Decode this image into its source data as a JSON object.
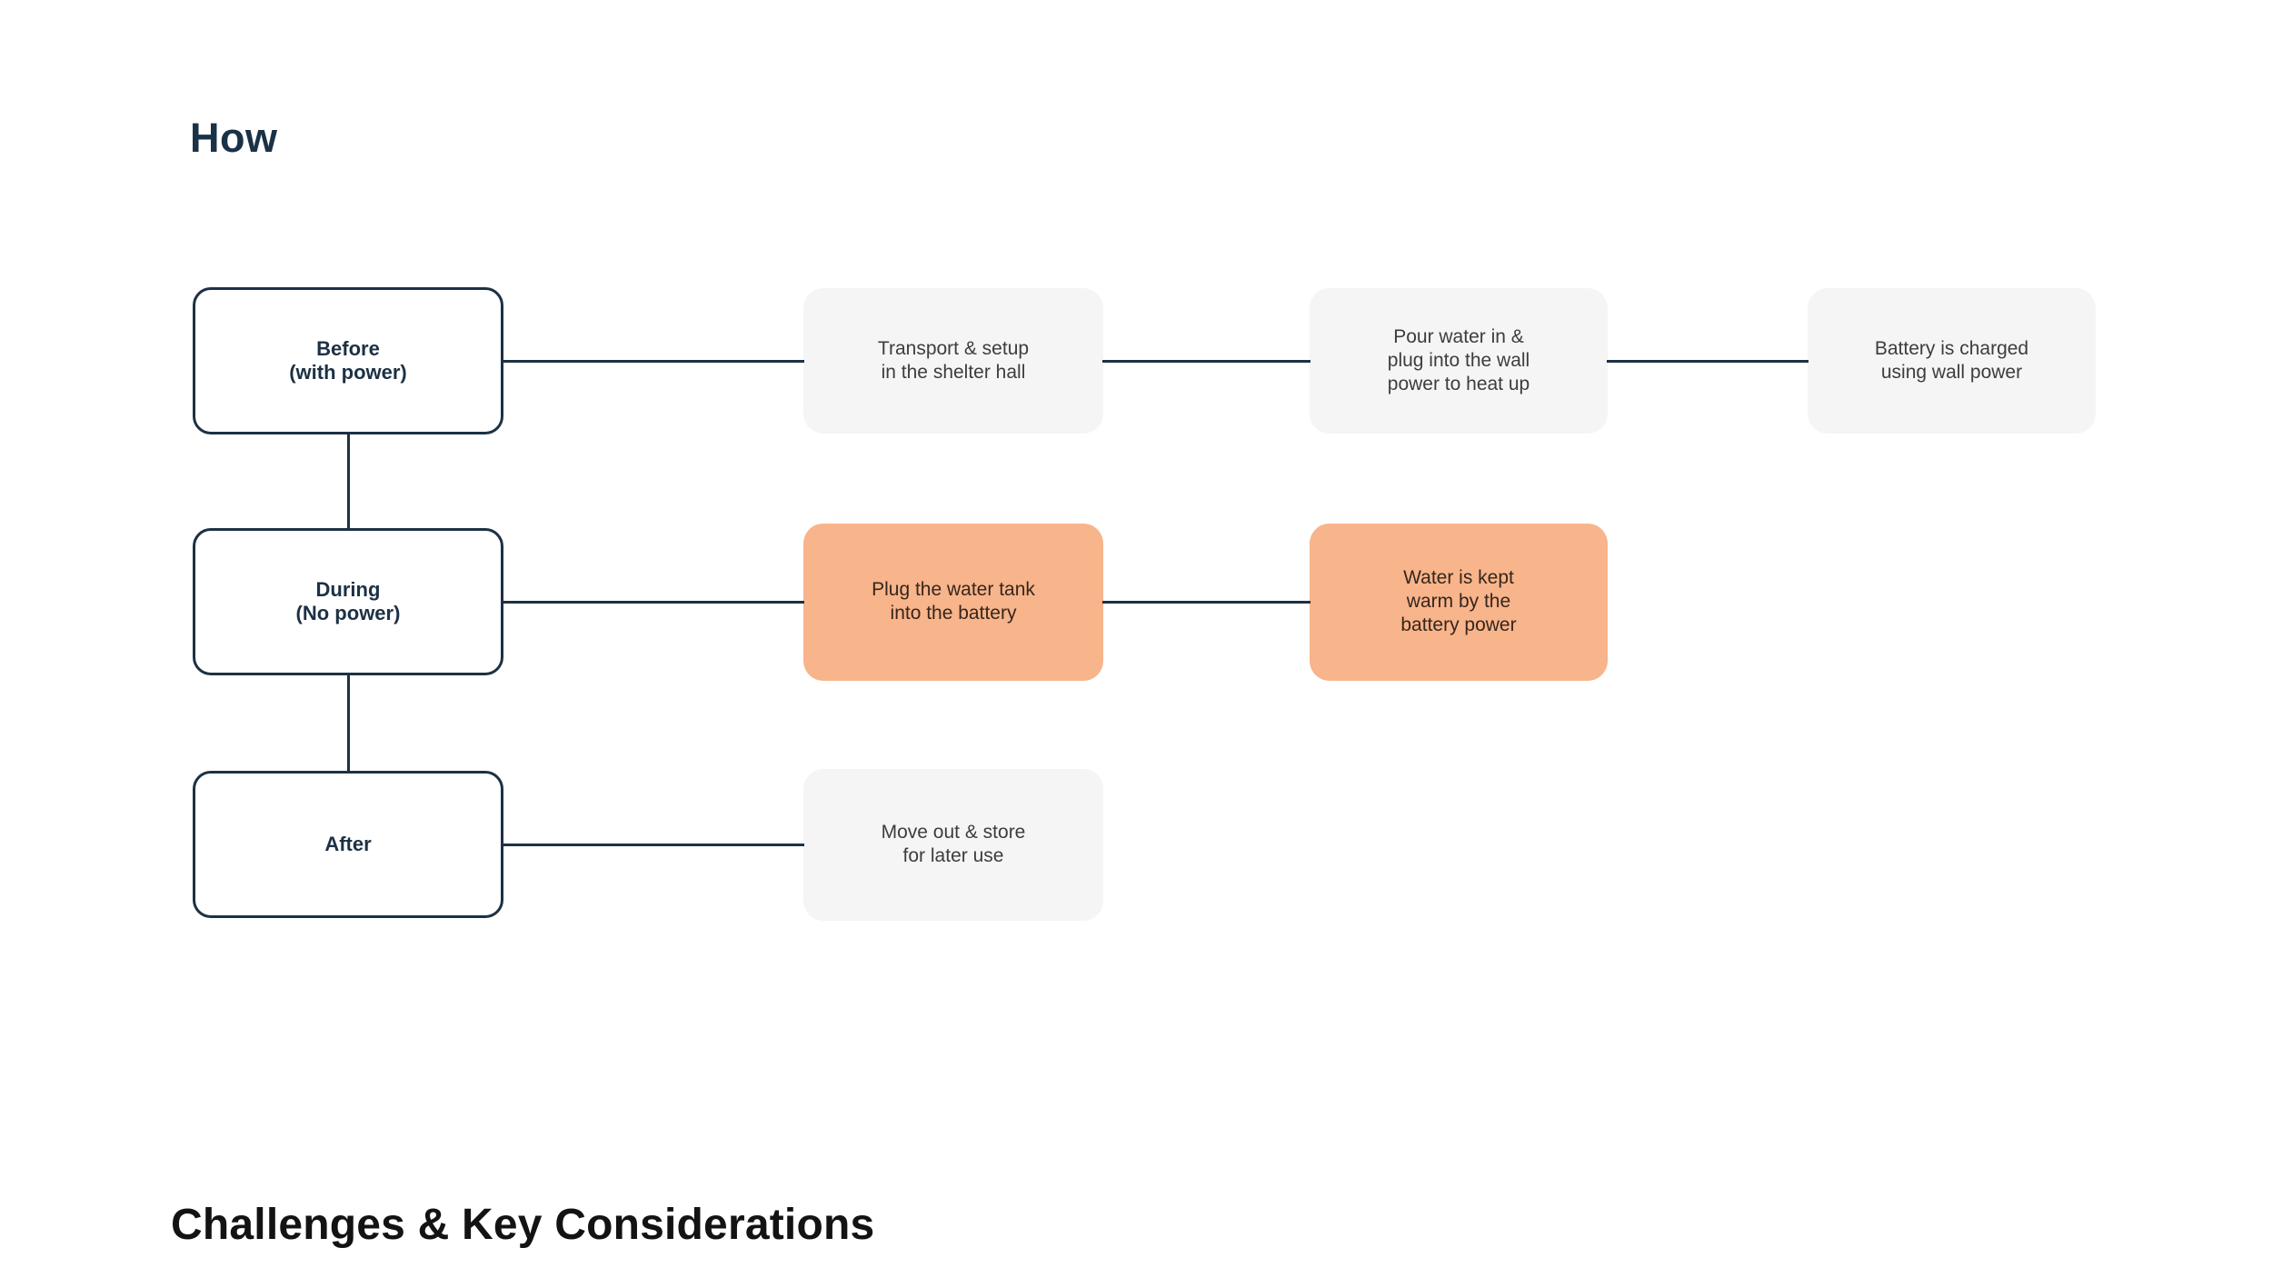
{
  "page": {
    "title": "How",
    "section_heading": "Challenges & Key Considerations"
  },
  "colors": {
    "navy": "#1C3144",
    "title": "#1A3247",
    "heading": "#131313",
    "task_bg": "#F5F5F6",
    "task_text": "#3D3D3D",
    "highlight_bg": "#F8B48A",
    "highlight_text": "#35261E",
    "page_bg": "#FFFFFF"
  },
  "flowchart": {
    "rows": [
      {
        "stage": {
          "label": "Before\n(with power)"
        },
        "steps": [
          {
            "text": "Transport & setup\nin the shelter hall",
            "highlighted": false
          },
          {
            "text": "Pour water in &\nplug into the wall\npower to heat up",
            "highlighted": false
          },
          {
            "text": "Battery is charged\nusing wall power",
            "highlighted": false
          }
        ]
      },
      {
        "stage": {
          "label": "During\n(No power)"
        },
        "steps": [
          {
            "text": "Plug the water tank\ninto the battery",
            "highlighted": true
          },
          {
            "text": "Water is kept\nwarm by the\nbattery power",
            "highlighted": true
          }
        ]
      },
      {
        "stage": {
          "label": "After"
        },
        "steps": [
          {
            "text": "Move out & store\nfor later use",
            "highlighted": false
          }
        ]
      }
    ]
  }
}
